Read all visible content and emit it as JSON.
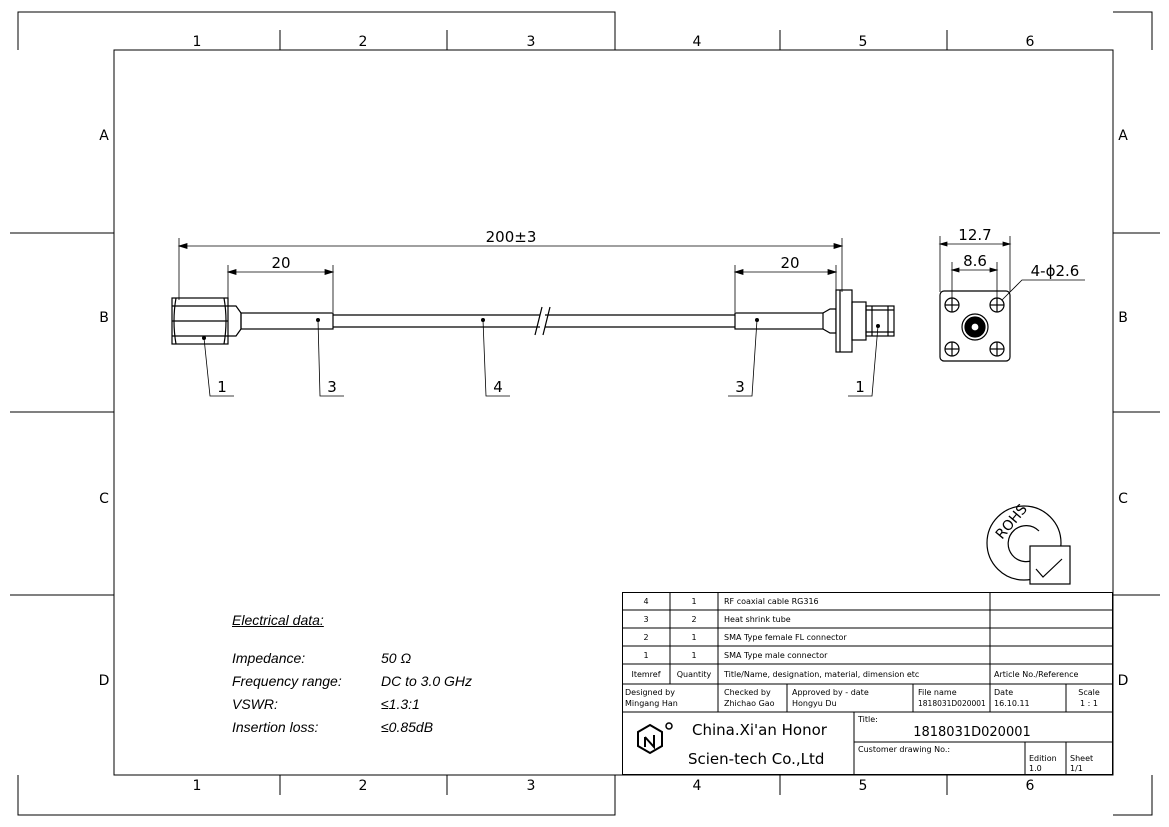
{
  "grid": {
    "columns": [
      "1",
      "2",
      "3",
      "4",
      "5",
      "6"
    ],
    "rows": [
      "A",
      "B",
      "C",
      "D"
    ]
  },
  "dimensions": {
    "overall_length": "200±3",
    "left_shrink": "20",
    "right_shrink": "20",
    "flange_width": "12.7",
    "hole_spacing": "8.6",
    "holes": "4-ϕ2.6"
  },
  "balloons": [
    "1",
    "3",
    "4",
    "3",
    "1"
  ],
  "rohs": {
    "text": "ROHS"
  },
  "electrical": {
    "heading": "Electrical data:",
    "rows": [
      {
        "label": "Impedance:",
        "value": "50 Ω"
      },
      {
        "label": "Frequency range:",
        "value": "DC to 3.0 GHz"
      },
      {
        "label": "VSWR:",
        "value": "≤1.3:1"
      },
      {
        "label": "Insertion loss:",
        "value": "≤0.85dB"
      }
    ]
  },
  "bom": {
    "rows": [
      {
        "item": "4",
        "qty": "1",
        "desc": "RF coaxial cable RG316"
      },
      {
        "item": "3",
        "qty": "2",
        "desc": "Heat shrink tube"
      },
      {
        "item": "2",
        "qty": "1",
        "desc": "SMA Type female FL connector"
      },
      {
        "item": "1",
        "qty": "1",
        "desc": "SMA Type male connector"
      }
    ],
    "header": {
      "item": "Itemref",
      "qty": "Quantity",
      "desc": "Title/Name, designation, material, dimension etc",
      "ref": "Article No./Reference"
    }
  },
  "titleblock": {
    "designed_label": "Designed by",
    "designed_value": "Mingang Han",
    "checked_label": "Checked by",
    "checked_value": "Zhichao Gao",
    "approved_label": "Approved by - date",
    "approved_value": "Hongyu Du",
    "file_label": "File name",
    "file_value": "1818031D020001",
    "date_label": "Date",
    "date_value": "16.10.11",
    "scale_label": "Scale",
    "scale_value": "1 : 1",
    "company_line1": "China.Xi'an Honor",
    "company_line2": "Scien-tech Co.,Ltd",
    "title_label": "Title:",
    "title_value": "1818031D020001",
    "customer_label": "Customer drawing No.:",
    "edition_label": "Edition",
    "edition_value": "1.0",
    "sheet_label": "Sheet",
    "sheet_value": "1/1"
  }
}
